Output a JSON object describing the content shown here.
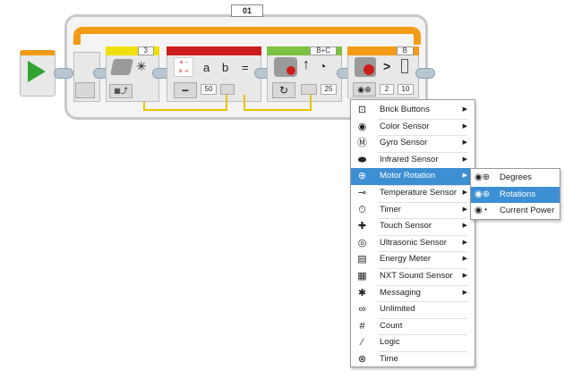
{
  "loop": {
    "label": "01"
  },
  "blocks": {
    "sound": {
      "port": "3"
    },
    "math": {
      "a_value": "50"
    },
    "steering": {
      "ports": "B+C",
      "value": "25"
    },
    "wait": {
      "port": "B",
      "op": ">",
      "value1": "2",
      "value2": "10"
    }
  },
  "menu": {
    "items": [
      {
        "label": "Brick Buttons",
        "icon": "brick-buttons-icon",
        "glyph": "⊡",
        "arrow": true
      },
      {
        "label": "Color Sensor",
        "icon": "color-sensor-icon",
        "glyph": "◉",
        "arrow": true
      },
      {
        "label": "Gyro Sensor",
        "icon": "gyro-sensor-icon",
        "glyph": "Ⓜ",
        "arrow": true
      },
      {
        "label": "Infrared Sensor",
        "icon": "infrared-sensor-icon",
        "glyph": "⬬",
        "arrow": true
      },
      {
        "label": "Motor Rotation",
        "icon": "motor-rotation-icon",
        "glyph": "⊕",
        "arrow": true,
        "selected": true
      },
      {
        "label": "Temperature Sensor",
        "icon": "temperature-sensor-icon",
        "glyph": "⊸",
        "arrow": true
      },
      {
        "label": "Timer",
        "icon": "timer-icon",
        "glyph": "⏱",
        "arrow": true
      },
      {
        "label": "Touch Sensor",
        "icon": "touch-sensor-icon",
        "glyph": "✚",
        "arrow": true
      },
      {
        "label": "Ultrasonic Sensor",
        "icon": "ultrasonic-sensor-icon",
        "glyph": "◎",
        "arrow": true
      },
      {
        "label": "Energy Meter",
        "icon": "energy-meter-icon",
        "glyph": "▤",
        "arrow": true
      },
      {
        "label": "NXT Sound Sensor",
        "icon": "nxt-sound-sensor-icon",
        "glyph": "▦",
        "arrow": true
      },
      {
        "label": "Messaging",
        "icon": "bluetooth-icon",
        "glyph": "✱",
        "arrow": true
      },
      {
        "label": "Unlimited",
        "icon": "infinity-icon",
        "glyph": "∞",
        "arrow": false
      },
      {
        "label": "Count",
        "icon": "hash-icon",
        "glyph": "#",
        "arrow": false
      },
      {
        "label": "Logic",
        "icon": "logic-icon",
        "glyph": "⁄",
        "arrow": false
      },
      {
        "label": "Time",
        "icon": "time-icon",
        "glyph": "⊗",
        "arrow": false
      }
    ],
    "arrow_glyph": "▶"
  },
  "submenu": {
    "items": [
      {
        "label": "Degrees",
        "icon": "degrees-icon",
        "glyph": "◉⊕"
      },
      {
        "label": "Rotations",
        "icon": "rotations-icon",
        "glyph": "◉⊕",
        "selected": true
      },
      {
        "label": "Current Power",
        "icon": "current-power-icon",
        "glyph": "◉◔"
      }
    ]
  },
  "colors": {
    "accent": "#3d8fd3",
    "loop": "#f29b15",
    "sound": "#f0e000",
    "math": "#cc1c1c",
    "motor": "#7cc242",
    "wire": "#e8c200"
  }
}
